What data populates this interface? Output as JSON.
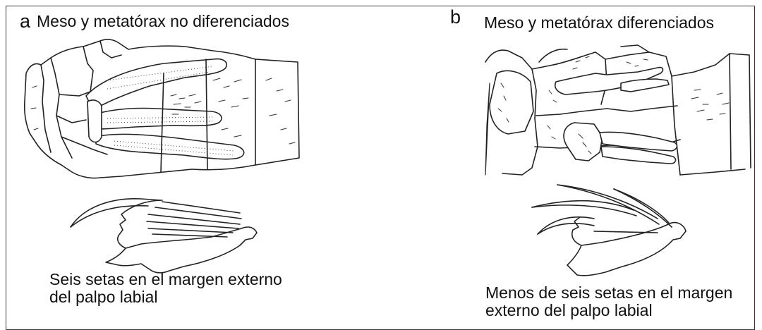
{
  "panel_a": {
    "letter": "a",
    "title": "Meso y metatórax no diferenciados",
    "caption_line1": "Seis setas en el margen externo",
    "caption_line2": "del palpo labial"
  },
  "panel_b": {
    "letter": "b",
    "title": "Meso y metatórax diferenciados",
    "caption_line1": "Menos de seis setas en el margen",
    "caption_line2": "externo del palpo labial"
  },
  "colors": {
    "frame": "#333333",
    "ink": "#222222",
    "background": "#ffffff"
  }
}
